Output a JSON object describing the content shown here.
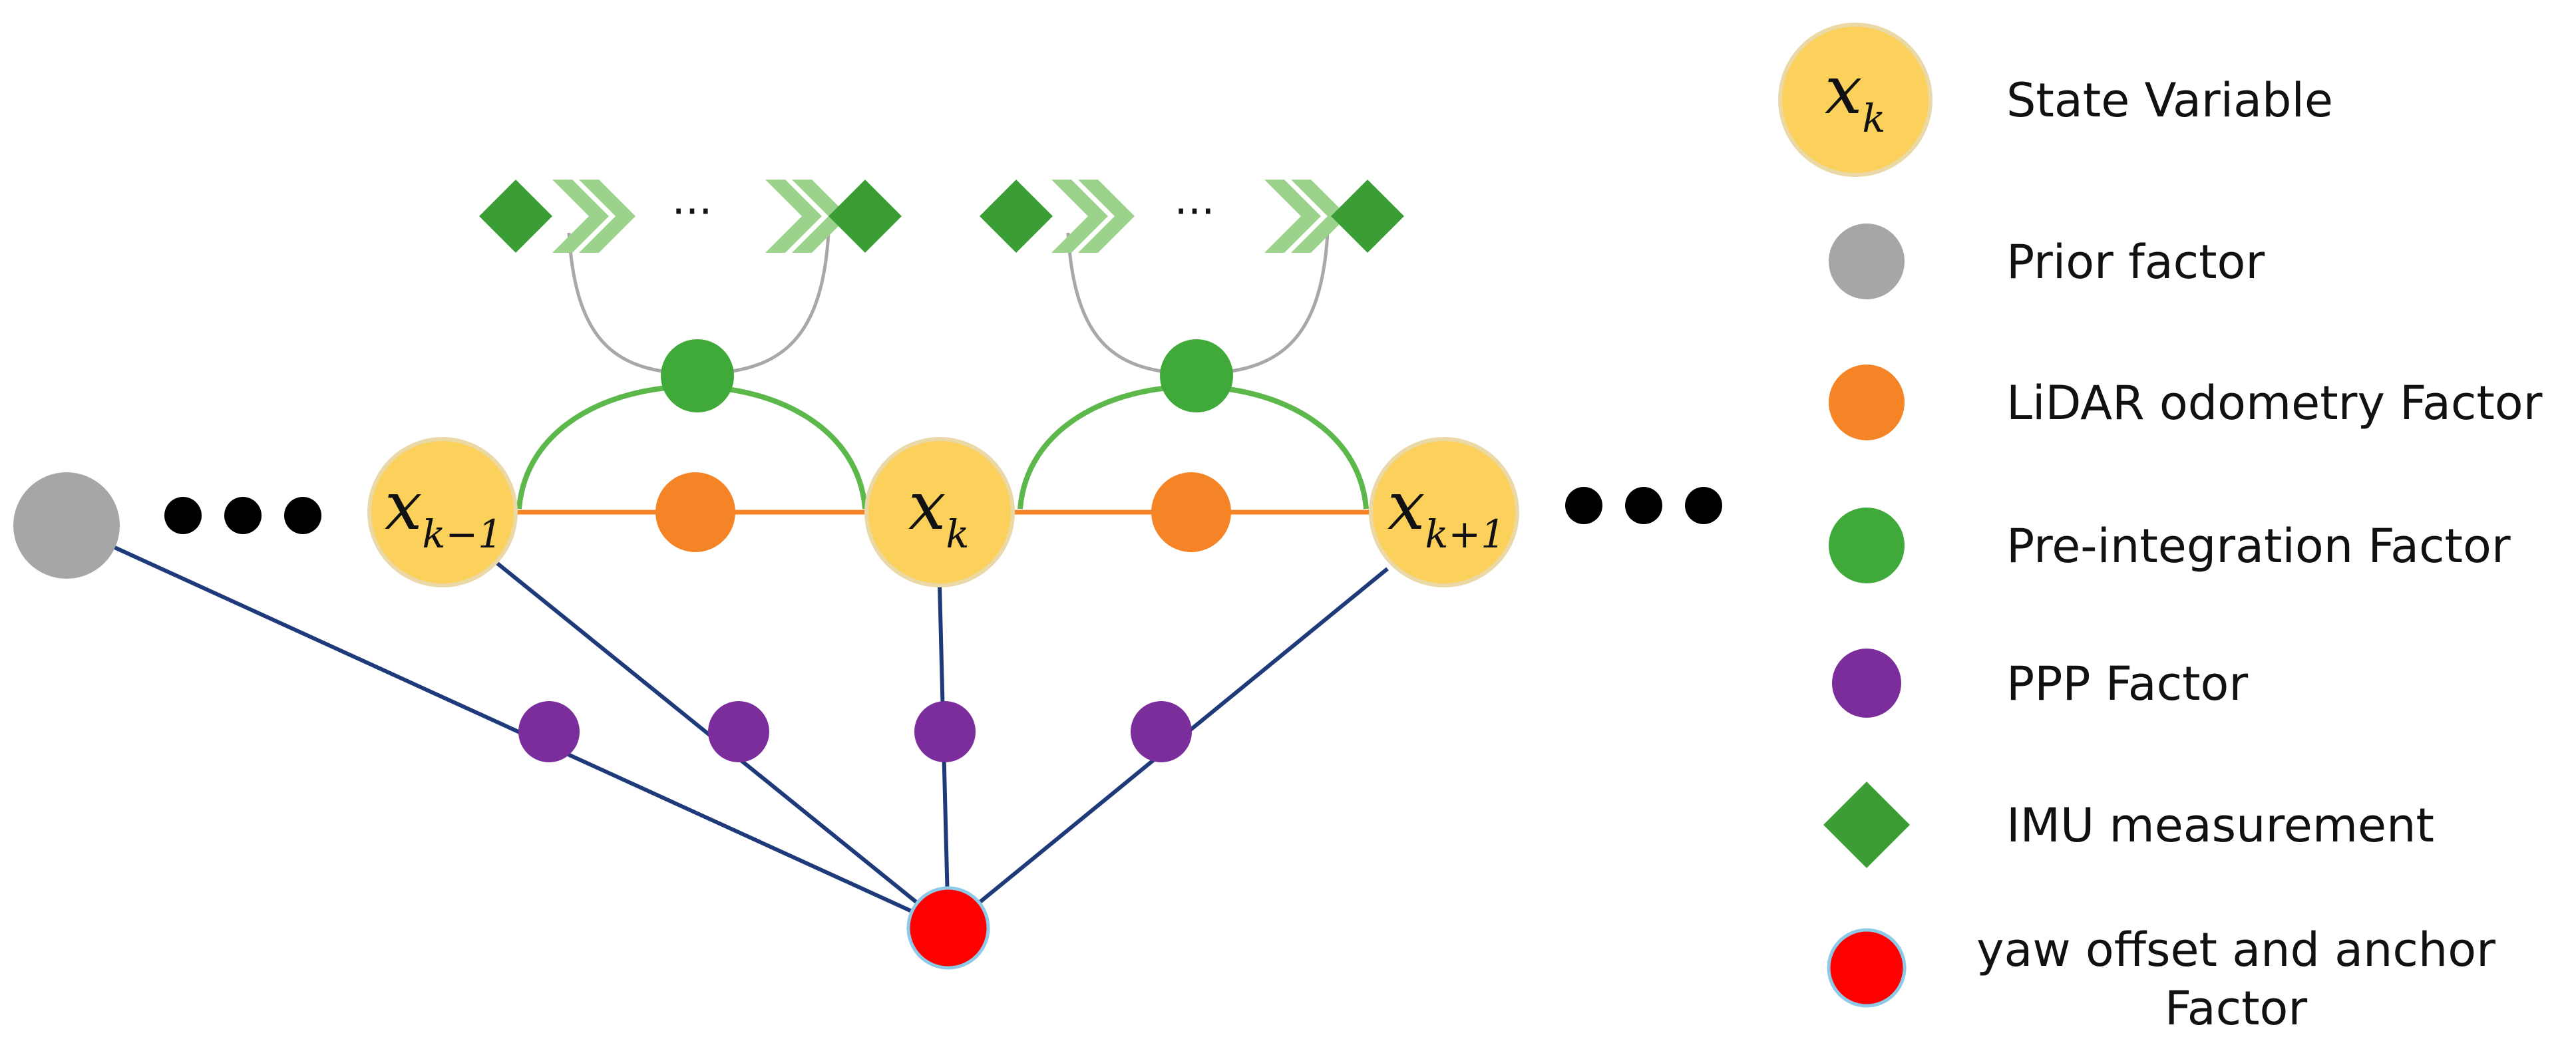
{
  "colors": {
    "state": "#FBD15B",
    "state_stroke": "#EAD9A6",
    "prior": "#A6A6A6",
    "lidar": "#F58426",
    "preint": "#3FAA3A",
    "ppp": "#7B2E9B",
    "imu_dark": "#3A9E35",
    "imu_light": "#9CD38C",
    "anchor": "#FF0000",
    "blue_line": "#1F3A7A",
    "green_arc": "#5CB84A",
    "gray_curve": "#A8A8A8",
    "black_dot": "#000000"
  },
  "nodes": {
    "x_prev": {
      "base": "x",
      "sub": "k−1"
    },
    "x_curr": {
      "base": "x",
      "sub": "k"
    },
    "x_next": {
      "base": "x",
      "sub": "k+1"
    }
  },
  "imu_ellipsis": "···",
  "legend": [
    {
      "key": "state",
      "label": "State Variable",
      "icon": "state-variable-circle",
      "symbol_base": "x",
      "symbol_sub": "k"
    },
    {
      "key": "prior",
      "label": "Prior factor",
      "icon": "gray-circle"
    },
    {
      "key": "lidar",
      "label": "LiDAR odometry Factor",
      "icon": "orange-circle"
    },
    {
      "key": "preint",
      "label": "Pre-integration Factor",
      "icon": "green-circle"
    },
    {
      "key": "ppp",
      "label": "PPP Factor",
      "icon": "purple-circle"
    },
    {
      "key": "imu",
      "label": "IMU measurement",
      "icon": "green-diamond"
    },
    {
      "key": "anchor",
      "label_lines": [
        "yaw offset and anchor",
        "Factor"
      ],
      "icon": "red-circle"
    }
  ]
}
